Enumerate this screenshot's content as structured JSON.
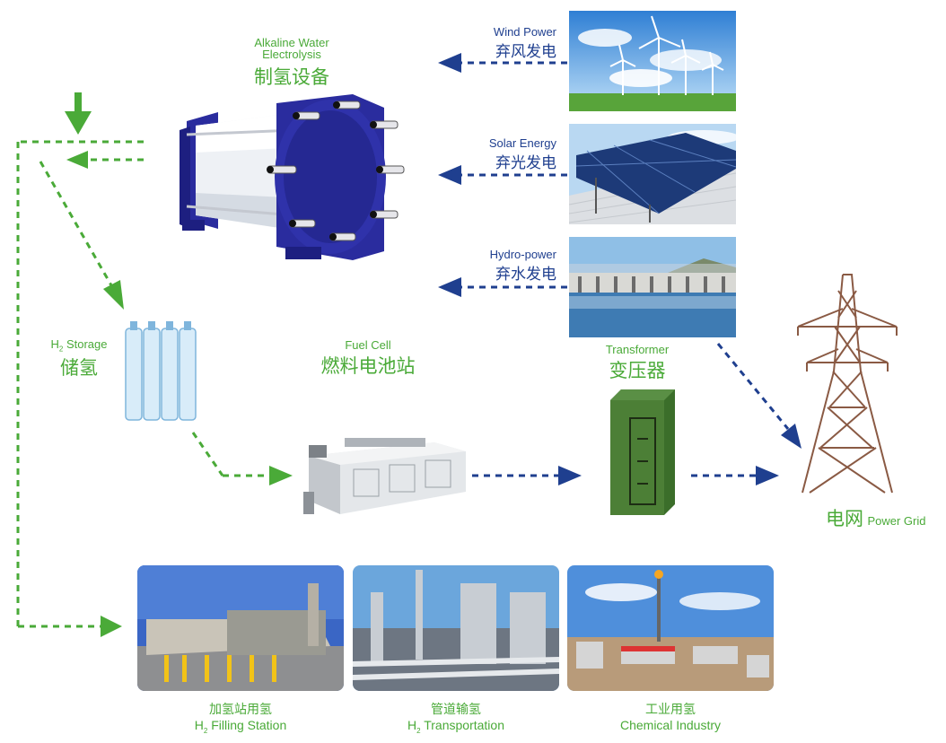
{
  "electrolysis": {
    "en_line1": "Alkaline Water",
    "en_line2": "Electrolysis",
    "zh": "制氢设备"
  },
  "wind": {
    "en": "Wind Power",
    "zh": "弃风发电"
  },
  "solar": {
    "en": "Solar Energy",
    "zh": "弃光发电"
  },
  "hydro": {
    "en": "Hydro-power",
    "zh": "弃水发电"
  },
  "storage": {
    "h": "H",
    "sub": "2",
    "en": " Storage",
    "zh": "储氢"
  },
  "fuel_cell": {
    "en": "Fuel Cell",
    "zh": "燃料电池站"
  },
  "transformer": {
    "en": "Transformer",
    "zh": "变压器"
  },
  "grid": {
    "zh": "电网",
    "en": "Power Grid"
  },
  "apps": [
    {
      "zh": "加氢站用氢",
      "h": "H",
      "sub": "2",
      "en": " Filling Station"
    },
    {
      "zh": "管道输氢",
      "h": "H",
      "sub": "2",
      "en": " Transportation"
    },
    {
      "zh": "工业用氢",
      "h": "",
      "sub": "",
      "en": "Chemical Industry"
    }
  ],
  "colors": {
    "green": "#4aaa38",
    "blue": "#1f3f8f",
    "electrolyzer": "#2a2c9e"
  }
}
